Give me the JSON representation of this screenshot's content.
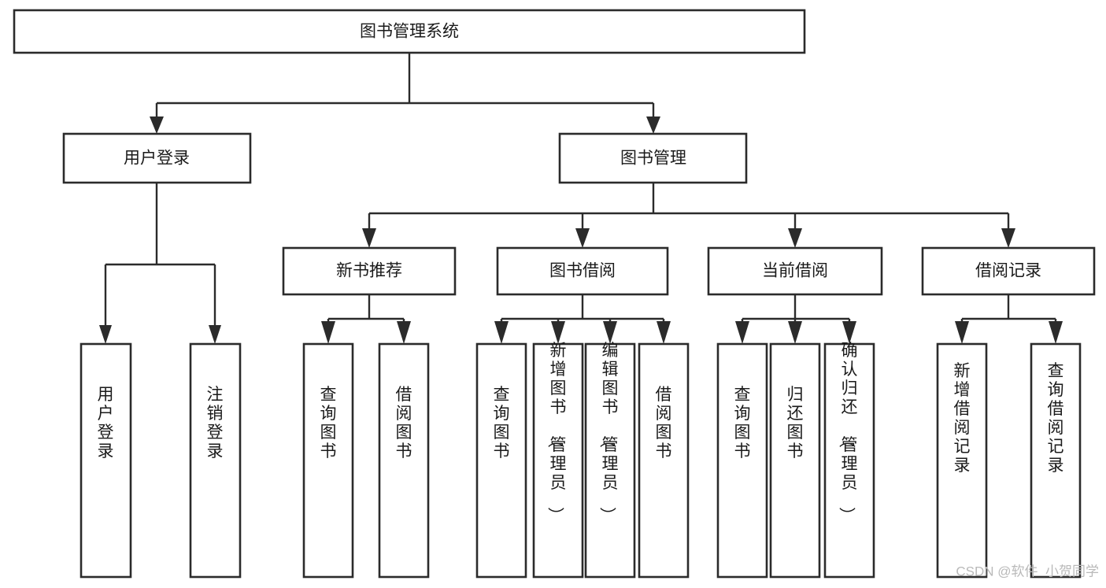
{
  "diagram": {
    "title": "图书管理系统",
    "type": "tree-hierarchy-chart",
    "watermark": "CSDN @软件_小贺同学",
    "root": {
      "label": "图书管理系统"
    },
    "level2": [
      {
        "label": "用户登录"
      },
      {
        "label": "图书管理"
      }
    ],
    "level3": [
      {
        "label": "新书推荐"
      },
      {
        "label": "图书借阅"
      },
      {
        "label": "当前借阅"
      },
      {
        "label": "借阅记录"
      }
    ],
    "leaves": {
      "user_login": [
        {
          "label": "用户登录"
        },
        {
          "label": "注销登录"
        }
      ],
      "new_book_recommend": [
        {
          "label": "查询图书"
        },
        {
          "label": "借阅图书"
        }
      ],
      "book_borrow": [
        {
          "label": "查询图书"
        },
        {
          "label": "新增图书（管理员）"
        },
        {
          "label": "编辑图书（管理员）"
        },
        {
          "label": "借阅图书"
        }
      ],
      "current_borrow": [
        {
          "label": "查询图书"
        },
        {
          "label": "归还图书"
        },
        {
          "label": "确认归还（管理员）"
        }
      ],
      "borrow_record": [
        {
          "label": "新增借阅记录"
        },
        {
          "label": "查询借阅记录"
        }
      ]
    },
    "colors": {
      "stroke": "#2b2b2b",
      "fill": "#ffffff",
      "text": "#1a1a1a",
      "watermark": "#b9b9b9"
    }
  }
}
